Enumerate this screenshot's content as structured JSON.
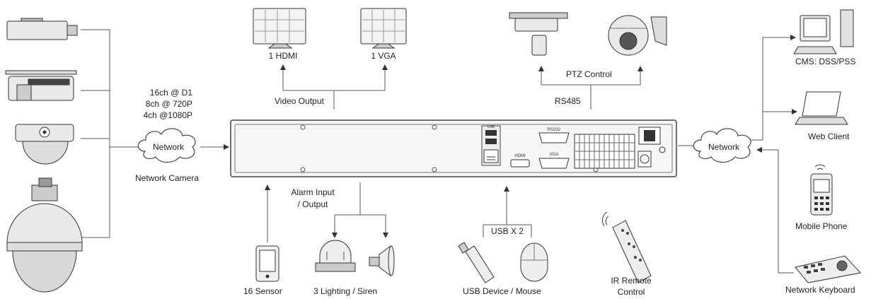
{
  "center_device": {
    "ports": {
      "usb": "USB",
      "hdmi": "HDMI",
      "rs232": "RS232",
      "vga": "VGA"
    }
  },
  "labels": {
    "hdmi_monitor": "1 HDMI",
    "vga_monitor": "1 VGA",
    "video_output": "Video Output",
    "ptz_control": "PTZ Control",
    "rs485": "RS485",
    "camera_specs": [
      "16ch @ D1",
      "8ch @ 720P",
      "4ch @1080P"
    ],
    "network_left": "Network",
    "network_camera": "Network Camera",
    "network_right": "Network",
    "cms": "CMS: DSS/PSS",
    "web_client": "Web Client",
    "mobile_phone": "Mobile Phone",
    "network_keyboard": "Network Keyboard",
    "alarm_io": [
      "Alarm Input",
      "/ Output"
    ],
    "sensor": "16 Sensor",
    "lighting_siren": "3 Lighting / Siren",
    "usb_x2": "USB X 2",
    "usb_device_mouse": "USB Device / Mouse",
    "ir_remote": [
      "IR Remote",
      "Control"
    ]
  }
}
